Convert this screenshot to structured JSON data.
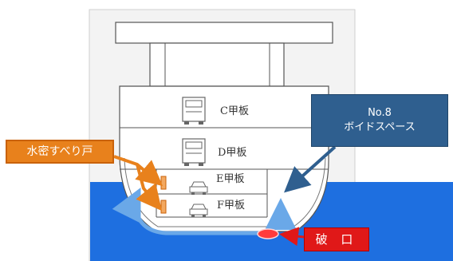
{
  "decks": {
    "c": "C甲板",
    "d": "D甲板",
    "e": "E甲板",
    "f": "F甲板"
  },
  "callouts": {
    "watertight_door": "水密すべり戸",
    "void_space_line1": "No.8",
    "void_space_line2": "ボイドスペース",
    "breach": "破 口"
  },
  "colors": {
    "sea": "#1e6fe0",
    "door_callout": "#e8811c",
    "void_callout": "#2f5f8f",
    "breach_callout": "#e01818",
    "flow_arrow": "#6aa8e8"
  },
  "icons": [
    "truck-icon",
    "car-icon",
    "watertight-door-icon",
    "breach-hole-icon"
  ]
}
